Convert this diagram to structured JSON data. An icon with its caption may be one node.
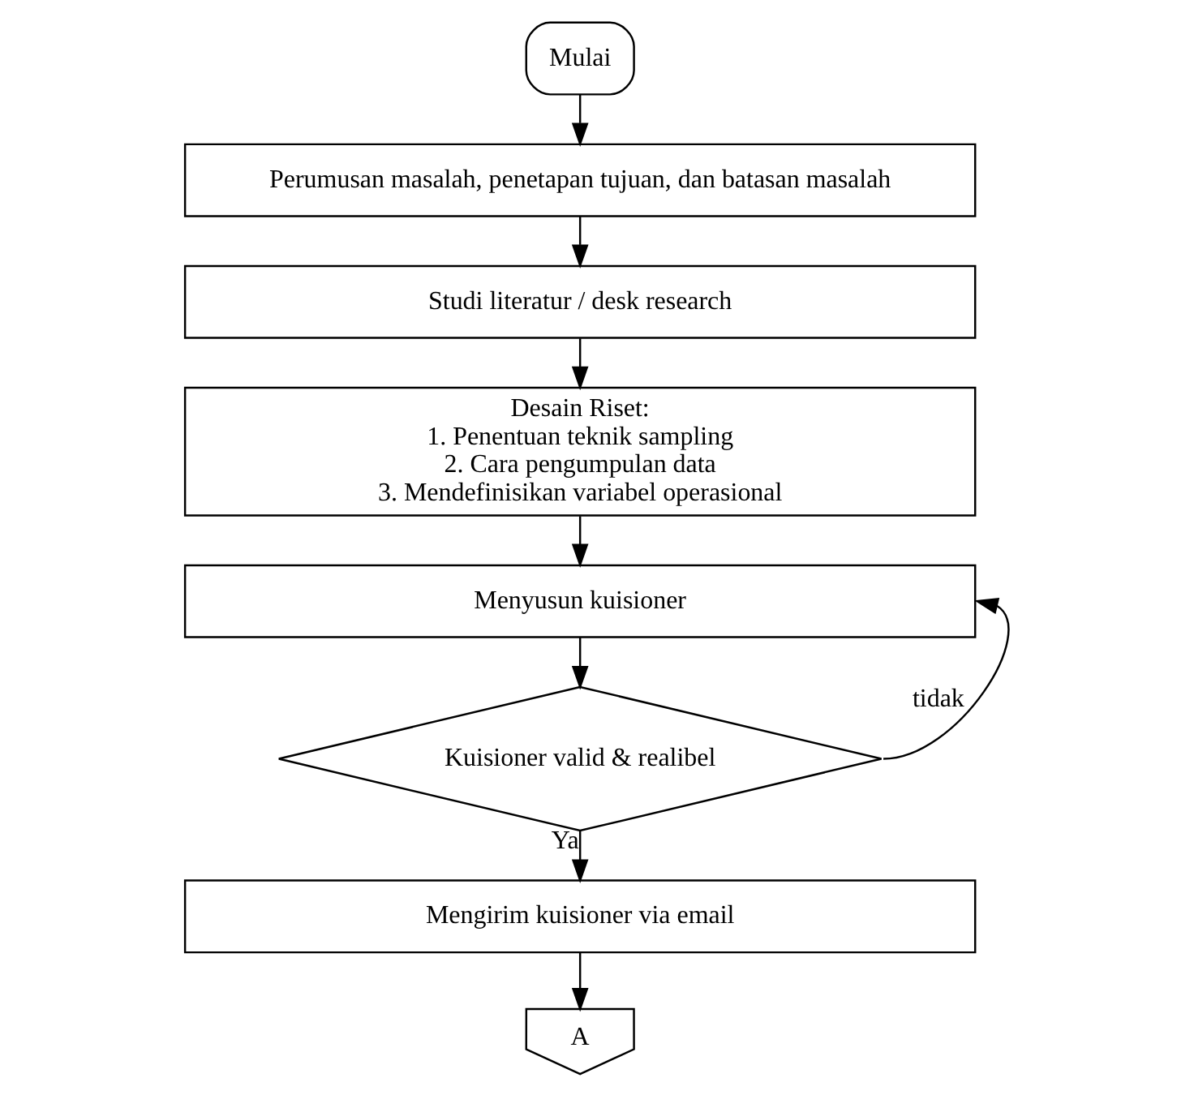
{
  "diagram": {
    "nodes": [
      {
        "text": [
          "Mulai"
        ]
      },
      {
        "text": [
          "Perumusan masalah, penetapan tujuan, dan batasan masalah"
        ]
      },
      {
        "text": [
          "Studi literatur / desk research"
        ]
      },
      {
        "text": [
          "Desain Riset:",
          "1. Penentuan teknik sampling",
          "2. Cara pengumpulan data",
          "3. Mendefinisikan variabel operasional"
        ]
      },
      {
        "text": [
          "Menyusun kuisioner"
        ]
      },
      {
        "text": [
          "Kuisioner valid & realibel"
        ]
      },
      {
        "text": [
          "Mengirim kuisioner via email"
        ]
      },
      {
        "text": [
          "A"
        ]
      }
    ],
    "edges": [
      {
        "from": 0,
        "to": 1,
        "arrow": "to"
      },
      {
        "from": 1,
        "to": 2,
        "arrow": "to"
      },
      {
        "from": 2,
        "to": 3,
        "arrow": "to"
      },
      {
        "from": 3,
        "to": 4,
        "arrow": "to"
      },
      {
        "from": 4,
        "to": 5,
        "arrow": "to"
      },
      {
        "from": 5,
        "to": 6,
        "arrow": "to",
        "label": "Ya"
      },
      {
        "from": 5,
        "to": 4,
        "arrow": "to",
        "label": "tidak"
      },
      {
        "from": 6,
        "to": 7,
        "arrow": "to"
      }
    ]
  }
}
